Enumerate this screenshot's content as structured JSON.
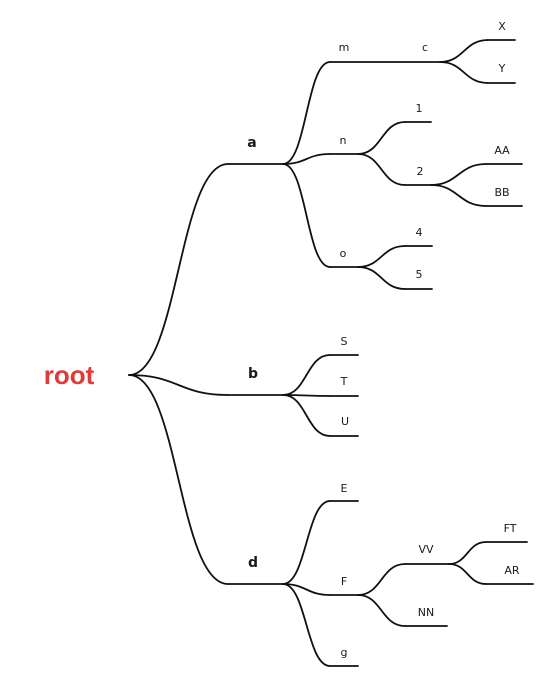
{
  "root": {
    "label": "root",
    "color": "#e03a3a",
    "children": [
      {
        "key": "a",
        "label": "a",
        "children": [
          {
            "key": "m",
            "label": "m",
            "children": [
              {
                "key": "c",
                "label": "c",
                "children": [
                  {
                    "key": "X",
                    "label": "X"
                  },
                  {
                    "key": "Y",
                    "label": "Y"
                  }
                ]
              }
            ]
          },
          {
            "key": "n",
            "label": "n",
            "children": [
              {
                "key": "1",
                "label": "1"
              },
              {
                "key": "2",
                "label": "2",
                "children": [
                  {
                    "key": "AA",
                    "label": "AA"
                  },
                  {
                    "key": "BB",
                    "label": "BB"
                  }
                ]
              }
            ]
          },
          {
            "key": "o",
            "label": "o",
            "children": [
              {
                "key": "4",
                "label": "4"
              },
              {
                "key": "5",
                "label": "5"
              }
            ]
          }
        ]
      },
      {
        "key": "b",
        "label": "b",
        "children": [
          {
            "key": "S",
            "label": "S"
          },
          {
            "key": "T",
            "label": "T"
          },
          {
            "key": "U",
            "label": "U"
          }
        ]
      },
      {
        "key": "d",
        "label": "d",
        "children": [
          {
            "key": "E",
            "label": "E"
          },
          {
            "key": "F",
            "label": "F",
            "children": [
              {
                "key": "VV",
                "label": "VV",
                "children": [
                  {
                    "key": "FT",
                    "label": "FT"
                  },
                  {
                    "key": "AR",
                    "label": "AR"
                  }
                ]
              },
              {
                "key": "NN",
                "label": "NN"
              }
            ]
          },
          {
            "key": "g",
            "label": "g"
          }
        ]
      }
    ]
  }
}
